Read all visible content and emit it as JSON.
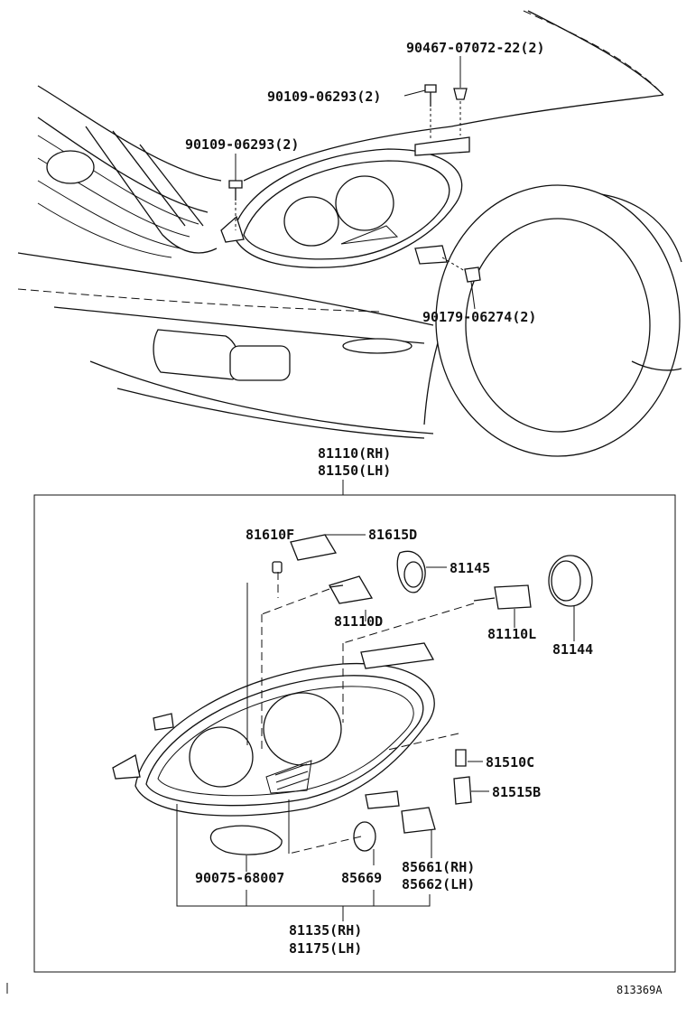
{
  "figure_code": "813369A",
  "labels": {
    "nut_upper": "90467-07072-22(2)",
    "bolt_upper": "90109-06293(2)",
    "bolt_left": "90109-06293(2)",
    "nut_side": "90179-06274(2)",
    "unit_rh": "81110(RH)",
    "unit_lh": "81150(LH)",
    "bulb_socket": "81610F",
    "socket": "81615D",
    "cover": "81145",
    "bulb_hid": "81110D",
    "bulb_low": "81110L",
    "cap": "81144",
    "bulb_small": "81510C",
    "socket_small": "81515B",
    "gasket": "90075-68007",
    "oring": "85669",
    "motor_rh": "85661(RH)",
    "motor_lh": "85662(LH)",
    "lens_rh": "81135(RH)",
    "lens_lh": "81175(LH)"
  }
}
